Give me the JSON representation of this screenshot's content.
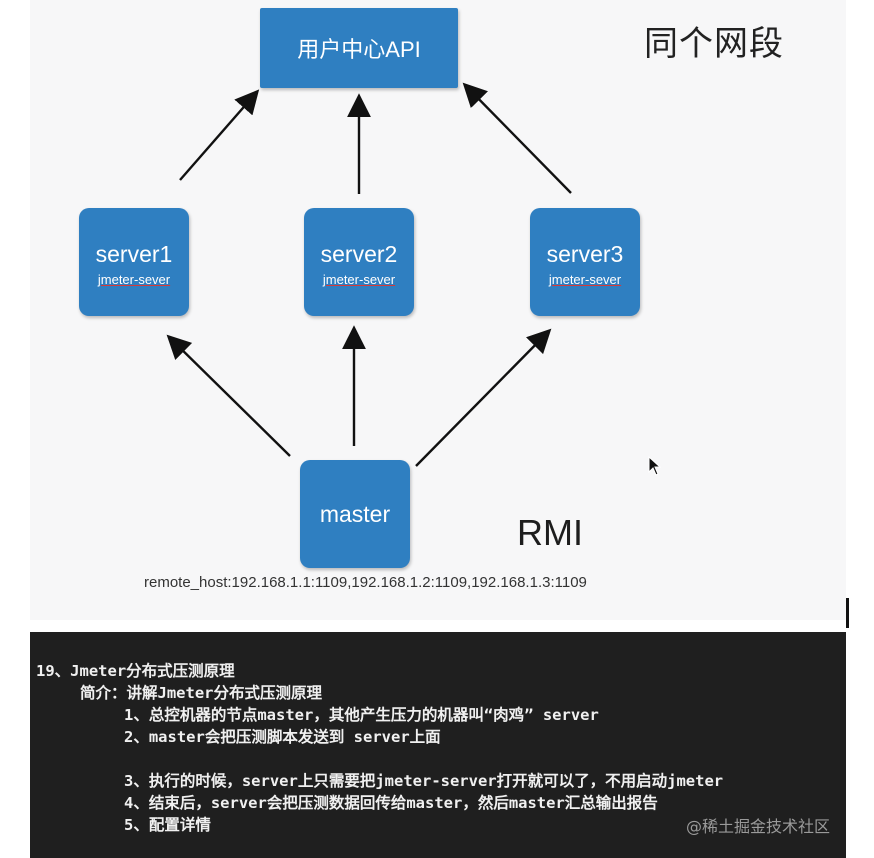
{
  "diagram": {
    "api_box": "用户中心API",
    "segment_label": "同个网段",
    "servers": [
      {
        "name": "server1",
        "sub": "jmeter-sever"
      },
      {
        "name": "server2",
        "sub": "jmeter-sever"
      },
      {
        "name": "server3",
        "sub": "jmeter-sever"
      }
    ],
    "master": "master",
    "protocol": "RMI",
    "remote_host": "remote_host:192.168.1.1:1109,192.168.1.2:1109,192.168.1.3:1109",
    "colors": {
      "box": "#2f7fc1",
      "background": "#f7f7f8",
      "arrow": "#111111"
    }
  },
  "terminal": {
    "title": "19、Jmeter分布式压测原理",
    "intro": "简介：讲解Jmeter分布式压测原理",
    "items": [
      "1、总控机器的节点master，其他产生压力的机器叫“肉鸡” server",
      "2、master会把压测脚本发送到 server上面",
      "3、执行的时候，server上只需要把jmeter-server打开就可以了，不用启动jmeter",
      "4、结束后，server会把压测数据回传给master，然后master汇总输出报告",
      "5、配置详情"
    ],
    "watermark": "@稀土掘金技术社区"
  }
}
